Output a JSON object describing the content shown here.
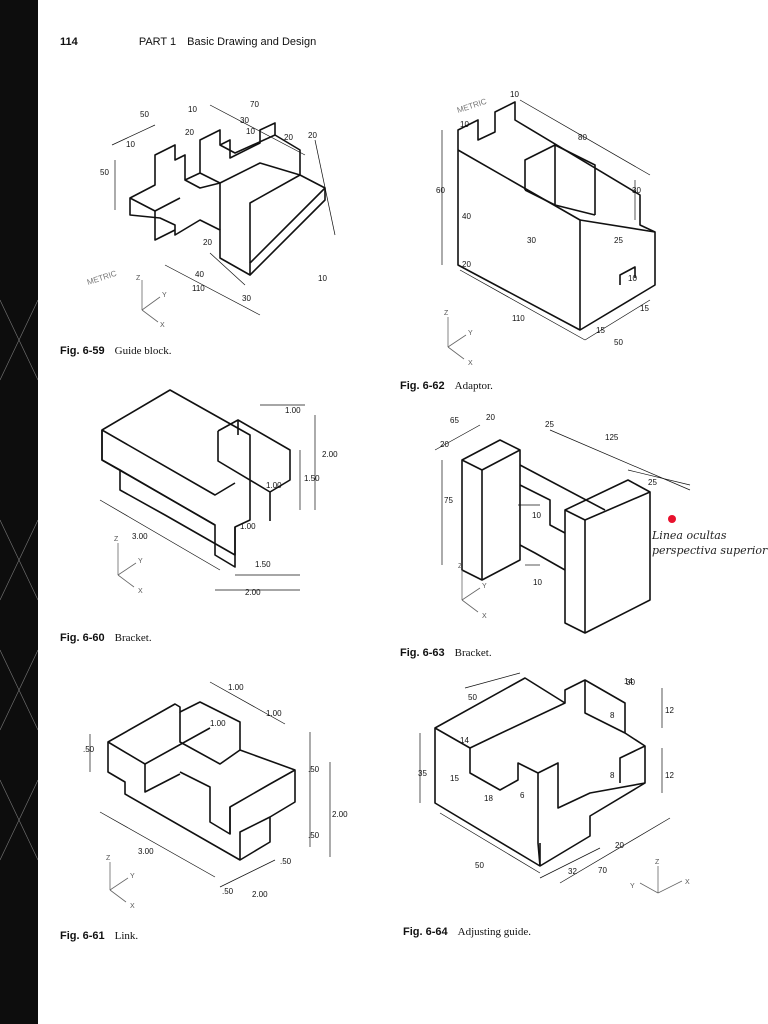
{
  "header": {
    "page_number": "114",
    "part": "PART 1",
    "part_title": "Basic Drawing and Design"
  },
  "stamp_text": "METRIC",
  "axes": {
    "z": "Z",
    "y": "Y",
    "x": "X"
  },
  "annotation": {
    "line1": "Linea ocultas",
    "line2": "perspectiva superior",
    "dot_color": "#e8112d"
  },
  "figures": {
    "fig_6_59": {
      "number": "Fig. 6-59",
      "title": "Guide block.",
      "dims": [
        "50",
        "10",
        "70",
        "30",
        "10",
        "20",
        "20",
        "20",
        "10",
        "50",
        "20",
        "40",
        "110",
        "30",
        "10"
      ]
    },
    "fig_6_60": {
      "number": "Fig. 6-60",
      "title": "Bracket.",
      "dims": [
        "1.00",
        "2.00",
        "1.50",
        "1.00",
        "1.00",
        "3.00",
        "1.50",
        "2.00"
      ]
    },
    "fig_6_61": {
      "number": "Fig. 6-61",
      "title": "Link.",
      "dims": [
        "1.00",
        "1.00",
        "1.00",
        ".50",
        ".50",
        "2.00",
        ".50",
        ".50",
        "3.00",
        ".50",
        "2.00"
      ]
    },
    "fig_6_62": {
      "number": "Fig. 6-62",
      "title": "Adaptor.",
      "dims": [
        "10",
        "10",
        "80",
        "30",
        "60",
        "40",
        "30",
        "25",
        "20",
        "10",
        "110",
        "15",
        "15",
        "50"
      ]
    },
    "fig_6_63": {
      "number": "Fig. 6-63",
      "title": "Bracket.",
      "dims": [
        "65",
        "20",
        "25",
        "20",
        "125",
        "25",
        "75",
        "10",
        "10"
      ]
    },
    "fig_6_64": {
      "number": "Fig. 6-64",
      "title": "Adjusting guide.",
      "dims": [
        "14",
        "30",
        "50",
        "8",
        "12",
        "14",
        "35",
        "15",
        "18",
        "6",
        "8",
        "12",
        "20",
        "50",
        "32",
        "70"
      ]
    }
  }
}
